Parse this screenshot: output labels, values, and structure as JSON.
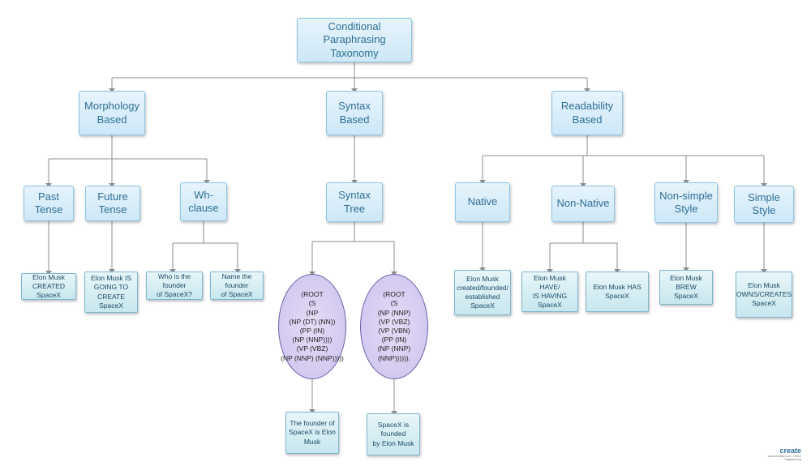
{
  "root": {
    "label": "Conditional Paraphrasing\nTaxonomy"
  },
  "categories": {
    "morphology": "Morphology\nBased",
    "syntax": "Syntax Based",
    "readability": "Readability Based"
  },
  "subcategories": {
    "past_tense": "Past Tense",
    "future_tense": "Future Tense",
    "wh_clause": "Wh-clause",
    "syntax_tree": "Syntax Tree",
    "native": "Native",
    "non_native": "Non-Native",
    "non_simple": "Non-simple\nStyle",
    "simple_style": "Simple Style"
  },
  "examples": {
    "past_tense": "Elon Musk\nCREATED SpaceX",
    "future_tense": "Elon Musk IS\nGOING TO\nCREATE SpaceX",
    "wh_question": "Who is the founder\nof SpaceX?",
    "wh_name": "Name the founder\nof SpaceX",
    "tree_a_result": "The founder of\nSpaceX is Elon\nMusk",
    "tree_b_result": "SpaceX is founded\nby Elon Musk",
    "native": "Elon Musk\ncreated/founded/\nestablished\nSpaceX",
    "non_native_a": "Elon Musk HAVE/\nIS HAVING\nSpaceX",
    "non_native_b": "Elon Musk HAS\nSpaceX",
    "non_simple": "Elon Musk BREW\nSpaceX",
    "simple": "Elon Musk\nOWNS/CREATES\nSpaceX"
  },
  "parse_trees": {
    "tree_a": "(ROOT\n(S\n(NP\n(NP (DT) (NN))\n(PP (IN)\n(NP (NNP))))\n(VP (VBZ)\n(NP (NNP) (NNP)))))",
    "tree_b": "(ROOT\n(S\n(NP (NNP)\n(VP (VBZ)\n(VP (VBN)\n(PP (IN)\n(NP (NNP)\n(NNP))))))."
  },
  "logo": {
    "word": "create",
    "tagline": "www.creately.com • Online Diagramming"
  },
  "colors": {
    "edge": "#8c8c8c",
    "node_text": "#2f6f95",
    "ellipse_border": "#6a62a8"
  }
}
